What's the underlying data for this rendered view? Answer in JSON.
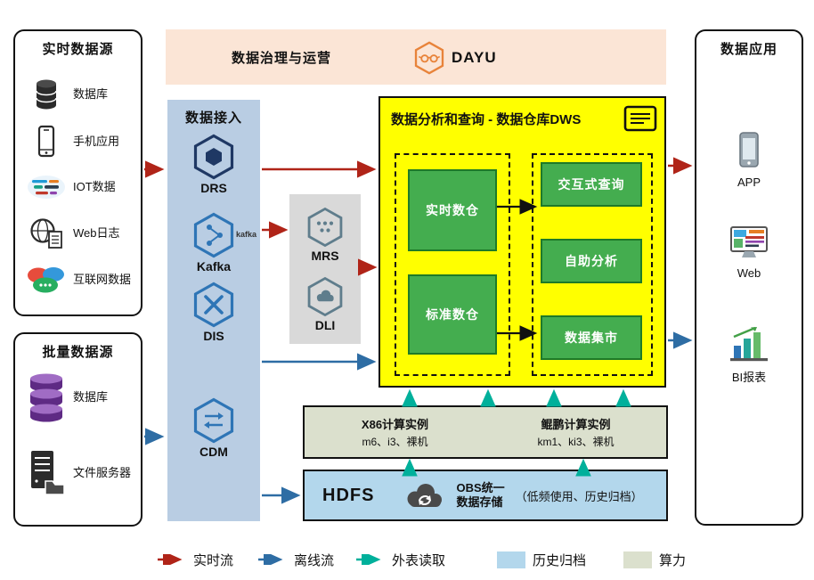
{
  "realtime_sources": {
    "title": "实时数据源",
    "items": [
      {
        "label": "数据库",
        "icon": "database-icon"
      },
      {
        "label": "手机应用",
        "icon": "mobile-phone-icon"
      },
      {
        "label": "IOT数据",
        "icon": "iot-wordcloud-icon"
      },
      {
        "label": "Web日志",
        "icon": "globe-log-icon"
      },
      {
        "label": "互联网数据",
        "icon": "internet-bubbles-icon"
      }
    ]
  },
  "batch_sources": {
    "title": "批量数据源",
    "items": [
      {
        "label": "数据库",
        "icon": "database-stack-icon"
      },
      {
        "label": "文件服务器",
        "icon": "file-server-icon"
      }
    ]
  },
  "governance": {
    "title": "数据治理与运营",
    "product": "DAYU",
    "icon": "dayu-hexagon-icon"
  },
  "ingestion": {
    "title": "数据接入",
    "items": [
      {
        "label": "DRS",
        "icon": "drs-hexagon-icon"
      },
      {
        "label": "Kafka",
        "icon": "kafka-hexagon-icon",
        "logo_text": "kafka"
      },
      {
        "label": "DIS",
        "icon": "dis-hexagon-icon"
      },
      {
        "label": "CDM",
        "icon": "cdm-hexagon-icon"
      }
    ]
  },
  "processing": {
    "items": [
      {
        "label": "MRS",
        "icon": "mrs-hexagon-icon"
      },
      {
        "label": "DLI",
        "icon": "dli-hexagon-icon"
      }
    ]
  },
  "dws": {
    "title": "数据分析和查询 - 数据仓库DWS",
    "icon": "report-icon",
    "warehouses": [
      {
        "label": "实时数仓"
      },
      {
        "label": "标准数仓"
      }
    ],
    "services": [
      {
        "label": "交互式查询"
      },
      {
        "label": "自助分析"
      },
      {
        "label": "数据集市"
      }
    ]
  },
  "compute": {
    "x86": {
      "title": "X86计算实例",
      "spec": "m6、i3、裸机"
    },
    "kunpeng": {
      "title": "鲲鹏计算实例",
      "spec": "km1、ki3、裸机"
    }
  },
  "storage": {
    "hdfs": "HDFS",
    "icon": "cloud-sync-icon",
    "obs_line1": "OBS统一",
    "obs_line2": "数据存储",
    "note": "（低频使用、历史归档）"
  },
  "applications": {
    "title": "数据应用",
    "items": [
      {
        "label": "APP",
        "icon": "app-phone-icon"
      },
      {
        "label": "Web",
        "icon": "web-monitor-icon"
      },
      {
        "label": "BI报表",
        "icon": "bi-chart-icon"
      }
    ]
  },
  "legend": {
    "items": [
      {
        "label": "实时流",
        "type": "arrow",
        "color": "#b02418"
      },
      {
        "label": "离线流",
        "type": "arrow",
        "color": "#2e6da4"
      },
      {
        "label": "外表读取",
        "type": "arrow",
        "color": "#00b09b"
      },
      {
        "label": "历史归档",
        "type": "swatch",
        "color": "#b3d7ec"
      },
      {
        "label": "算力",
        "type": "swatch",
        "color": "#dbe0cd"
      }
    ]
  },
  "colors": {
    "realtime_flow": "#b02418",
    "offline_flow": "#2e6da4",
    "external_table_read": "#00b09b",
    "dws_fill": "#ffff00",
    "warehouse_green": "#44ad4f",
    "ingestion_fill": "#b9cde3",
    "processing_fill": "#d9d9d9",
    "governance_fill": "#fbe5d6",
    "history_archive_fill": "#b3d7ec",
    "compute_fill": "#dbe0cd"
  }
}
